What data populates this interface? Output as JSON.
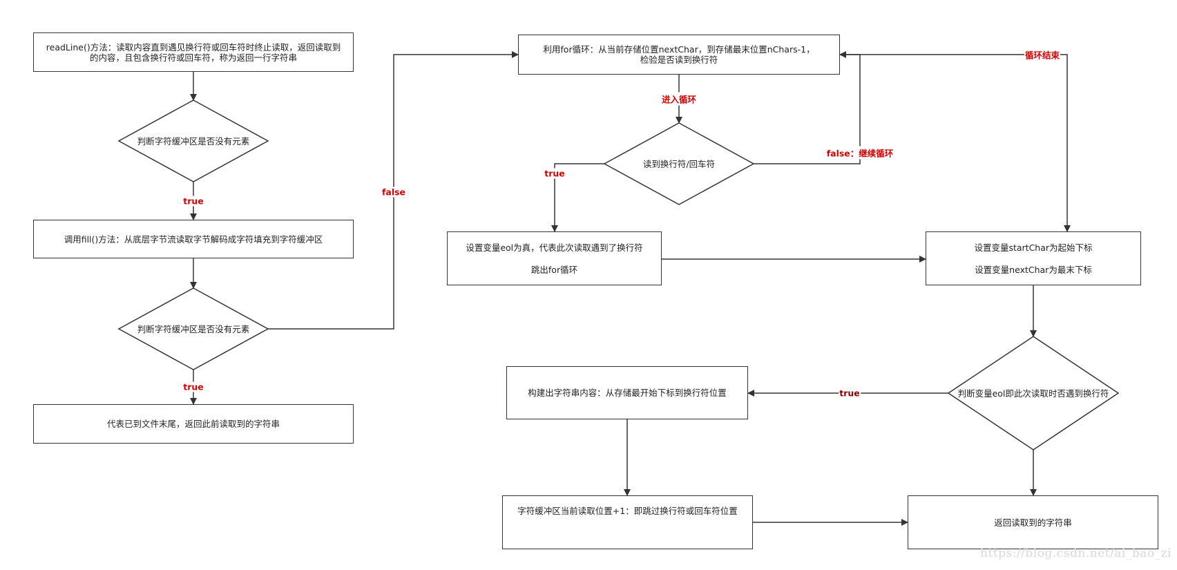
{
  "nodes": {
    "readline": [
      "readLine()方法：读取内容直到遇见换行符或回车符时终止读取，返回读取到",
      "的内容，且包含换行符或回车符，称为返回一行字符串"
    ],
    "check_empty_1": "判断字符缓冲区是否没有元素",
    "fill": "调用fill()方法：从底层字节流读取字节解码成字符填充到字符缓冲区",
    "check_empty_2": "判断字符缓冲区是否没有元素",
    "eof": "代表已到文件末尾，返回此前读取到的字符串",
    "for_loop": [
      "利用for循环：从当前存储位置nextChar，到存储最末位置nChars-1，",
      "检验是否读到换行符"
    ],
    "read_newline": "读到换行符/回车符",
    "set_eol": [
      "设置变量eol为真，代表此次读取遇到了换行符",
      "跳出for循环"
    ],
    "set_vars": [
      "设置变量startChar为起始下标",
      "设置变量nextChar为最末下标"
    ],
    "check_eol": "判断变量eol即此次读取时否遇到换行符",
    "build_string": "构建出字符串内容：从存储最开始下标到换行符位置",
    "advance_pos": "字符缓冲区当前读取位置+1：即跳过换行符或回车符位置",
    "return_string": "返回读取到的字符串"
  },
  "edge_labels": {
    "true_1": "true",
    "true_2": "true",
    "false_1": "false",
    "enter_loop": "进入循环",
    "true_3": "true",
    "false_continue": "false：继续循环",
    "loop_end": "循环结束",
    "true_4": "true"
  },
  "watermark": "https://blog.csdn.net/ai_bao_zi",
  "colors": {
    "border": "#333333",
    "edge": "#333333",
    "label_red": "#d40000",
    "label_dark_red": "#8b0000"
  }
}
